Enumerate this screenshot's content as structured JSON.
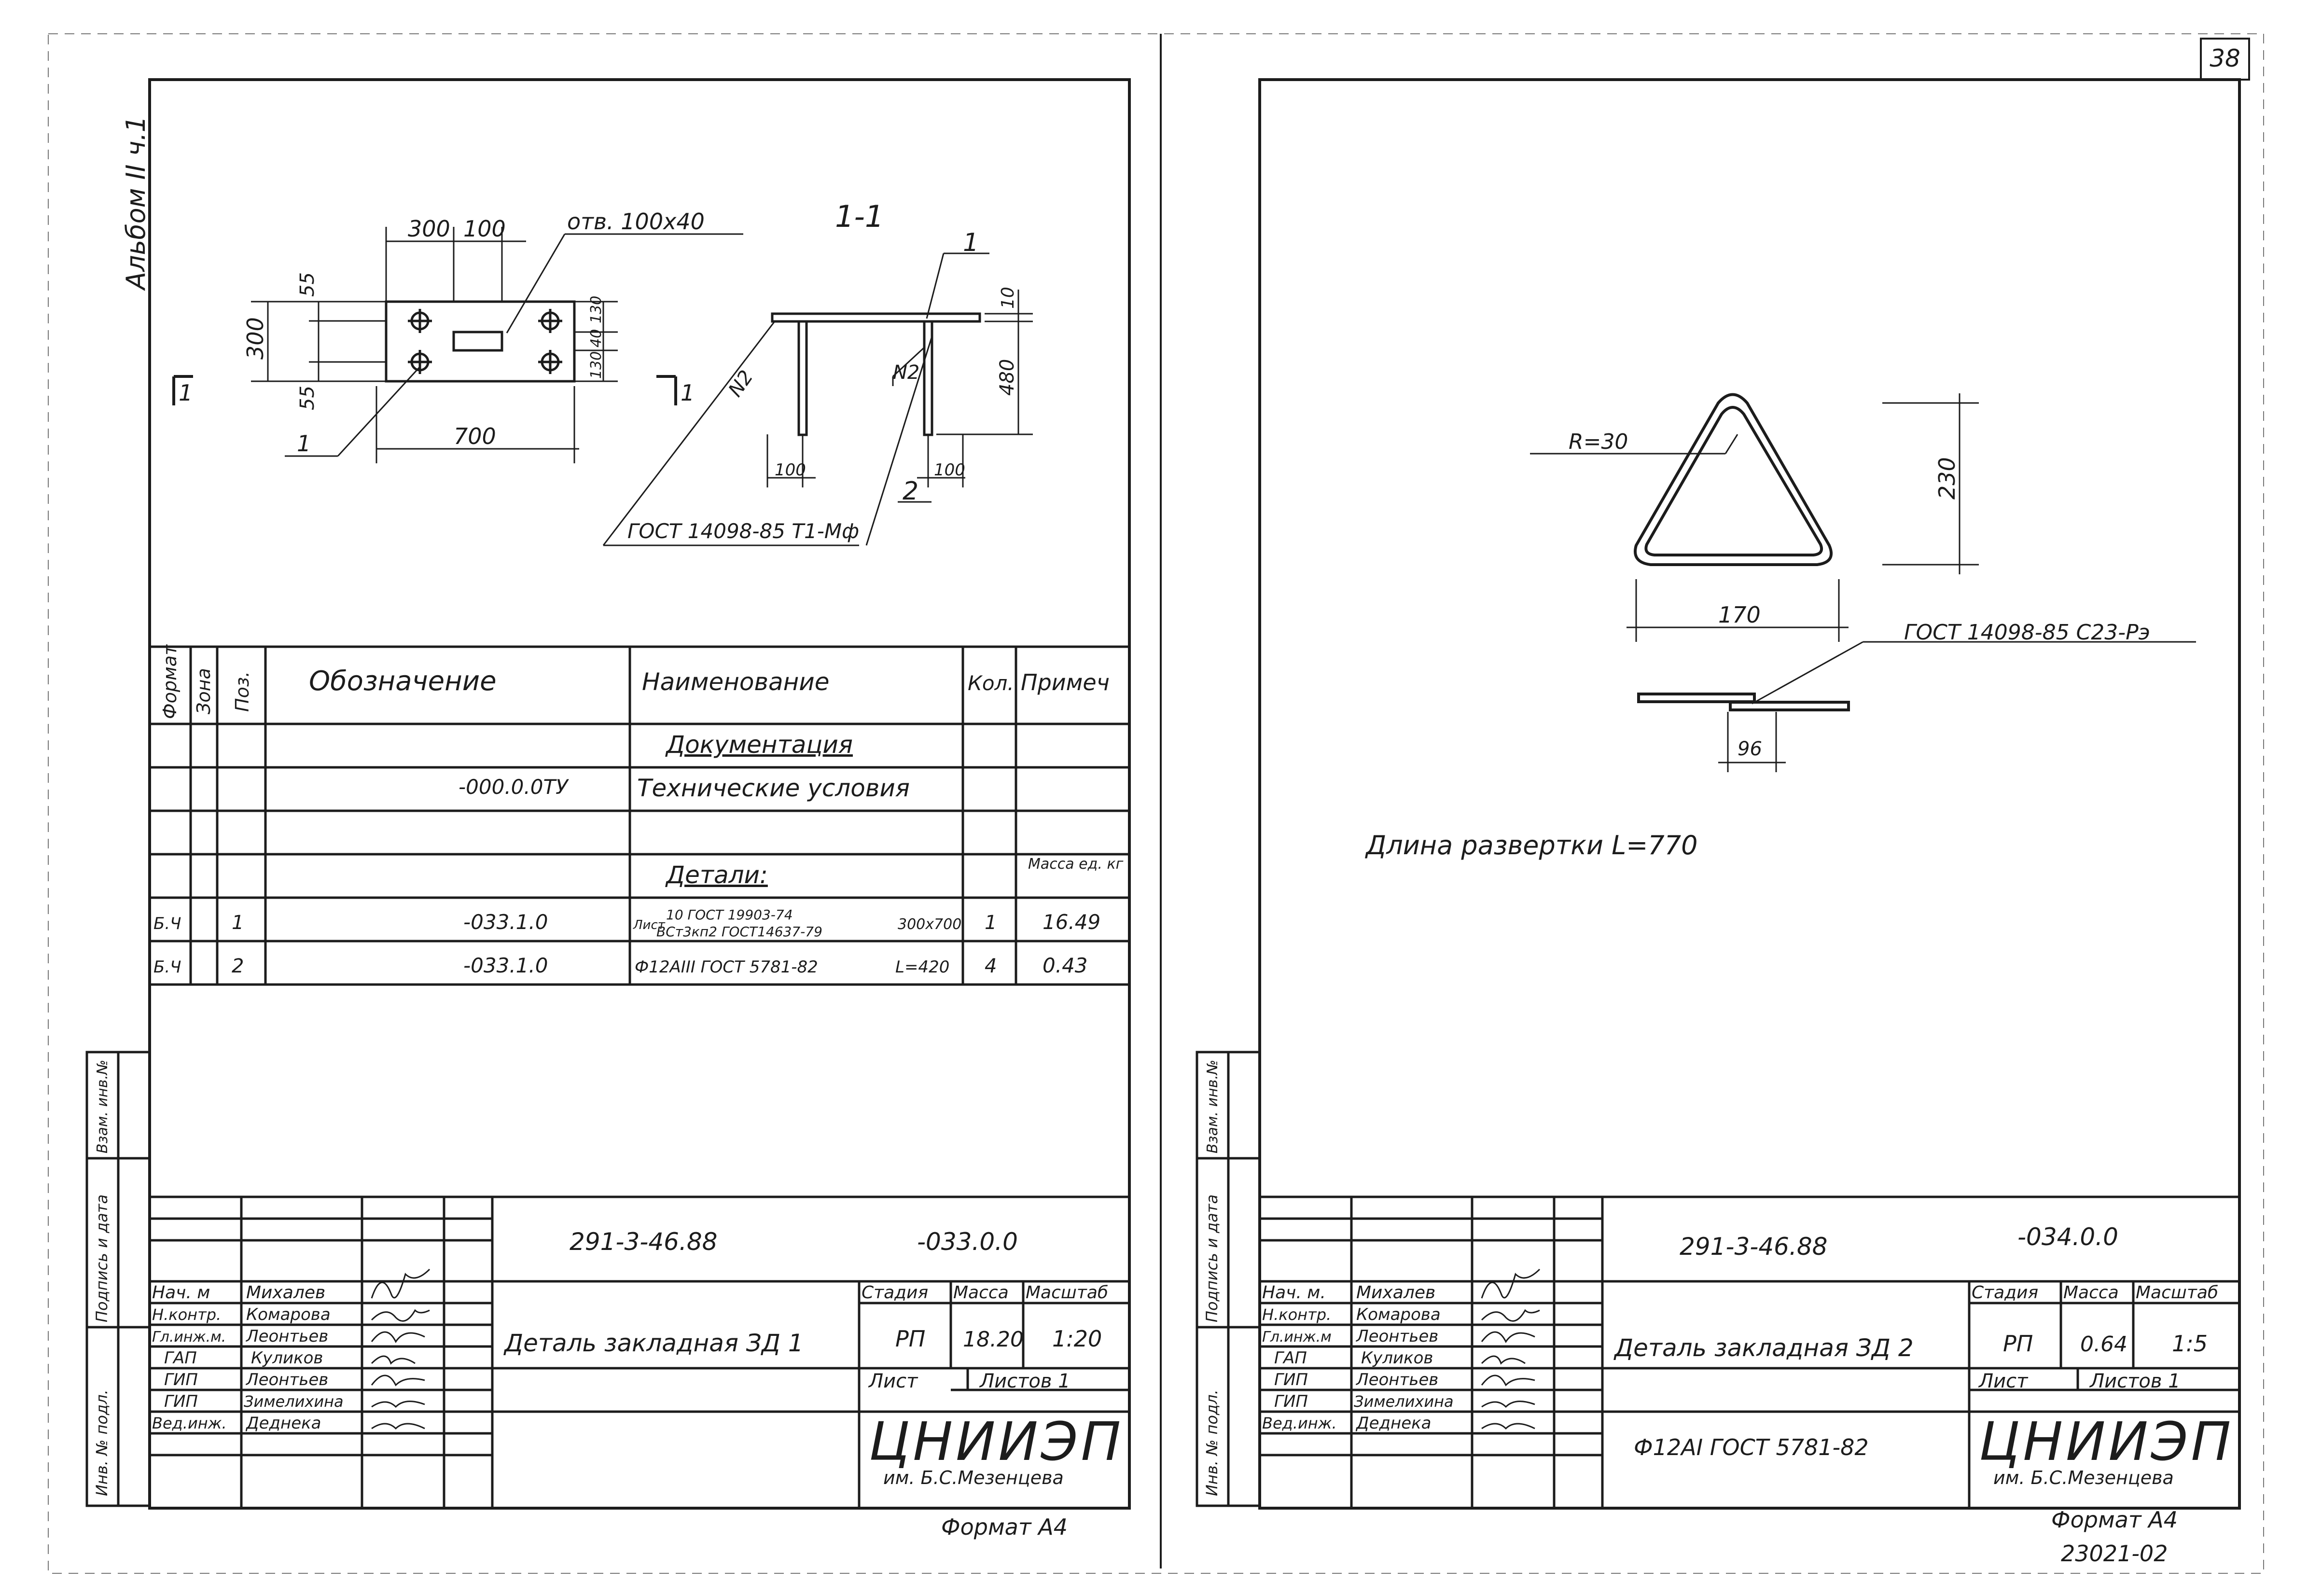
{
  "page_number": "38",
  "album_label": "Альбом II ч.1",
  "left_sheet": {
    "section_label": "1-1",
    "hole_label": "отв. 100x40",
    "cut_mark": "1",
    "callouts": {
      "pos1": "1",
      "pos1_side": "1",
      "pos2": "2",
      "n2a": "N2",
      "n2b": "N2"
    },
    "weld_label": "ГОСТ 14098-85 Т1-Мф",
    "plan_dims": {
      "d300_top": "300",
      "d100_top": "100",
      "d55_a": "55",
      "d55_b": "55",
      "d300_side": "300",
      "d700": "700",
      "d130": "130",
      "d40": "40",
      "d130_b": "130"
    },
    "side_dims": {
      "d10": "10",
      "d480": "480",
      "d100_a": "100",
      "d100_b": "100"
    },
    "spec": {
      "headers": {
        "format": "Формат",
        "zone": "Зона",
        "pos": "Поз.",
        "designation": "Обозначение",
        "name": "Наименование",
        "qty": "Кол.",
        "note": "Примеч"
      },
      "section_docs": "Документация",
      "row_tu": {
        "designation": "-000.0.0ТУ",
        "name": "Технические условия"
      },
      "section_parts": "Детали:",
      "mass_note": "Масса ед. кг",
      "row1": {
        "format": "Б.Ч",
        "pos": "1",
        "designation": "-033.1.0",
        "name_prefix": "Лист",
        "name_top": "10 ГОСТ 19903-74",
        "name_bottom": "ВСт3кп2 ГОСТ14637-79",
        "size": "300x700",
        "qty": "1",
        "note": "16.49"
      },
      "row2": {
        "format": "Б.Ч",
        "pos": "2",
        "designation": "-033.1.0",
        "name": "Ф12АIII ГОСТ 5781-82",
        "length": "L=420",
        "qty": "4",
        "note": "0.43"
      }
    },
    "title_block": {
      "doc_code": "291-3-46.88",
      "doc_suffix": "-033.0.0",
      "title": "Деталь закладная ЗД 1",
      "stage_label": "Стадия",
      "mass_label": "Масса",
      "scale_label": "Масштаб",
      "stage": "РП",
      "mass": "18.20",
      "scale": "1:20",
      "sheet_label": "Лист",
      "sheets_label": "Листов 1",
      "org": "ЦНИИЭП",
      "org_sub": "им. Б.С.Мезенцева",
      "format": "Формат А4",
      "staff": [
        {
          "role": "Нач. м",
          "name": "Михалев"
        },
        {
          "role": "Н.контр.",
          "name": "Комарова"
        },
        {
          "role": "Гл.инж.м.",
          "name": "Леонтьев"
        },
        {
          "role": "ГАП",
          "name": "Куликов"
        },
        {
          "role": "ГИП",
          "name": "Леонтьев"
        },
        {
          "role": "ГИП",
          "name": "Зимелихина"
        },
        {
          "role": "Вед.инж.",
          "name": "Деднека"
        }
      ]
    },
    "stamp_labels": [
      "Инв. № подл.",
      "Подпись и дата",
      "Взам. инв.№"
    ]
  },
  "right_sheet": {
    "radius_label": "R=30",
    "dim_230": "230",
    "dim_170": "170",
    "weld_label": "ГОСТ 14098-85 С23-Рэ",
    "dim_96": "96",
    "length_text": "Длина развертки L=770",
    "title_block": {
      "doc_code": "291-3-46.88",
      "doc_suffix": "-034.0.0",
      "title": "Деталь закладная ЗД 2",
      "material": "Ф12АI ГОСТ 5781-82",
      "stage_label": "Стадия",
      "mass_label": "Масса",
      "scale_label": "Масштаб",
      "stage": "РП",
      "mass": "0.64",
      "scale": "1:5",
      "sheet_label": "Лист",
      "sheets_label": "Листов 1",
      "org": "ЦНИИЭП",
      "org_sub": "им. Б.С.Мезенцева",
      "format": "Формат А4",
      "staff": [
        {
          "role": "Нач. м.",
          "name": "Михалев"
        },
        {
          "role": "Н.контр.",
          "name": "Комарова"
        },
        {
          "role": "Гл.инж.м",
          "name": "Леонтьев"
        },
        {
          "role": "ГАП",
          "name": "Куликов"
        },
        {
          "role": "ГИП",
          "name": "Леонтьев"
        },
        {
          "role": "ГИП",
          "name": "Зимелихина"
        },
        {
          "role": "Вед.инж.",
          "name": "Деднека"
        }
      ]
    },
    "stamp_labels": [
      "Инв. № подл.",
      "Подпись и дата",
      "Взам. инв.№"
    ],
    "archive_number": "23021-02"
  }
}
